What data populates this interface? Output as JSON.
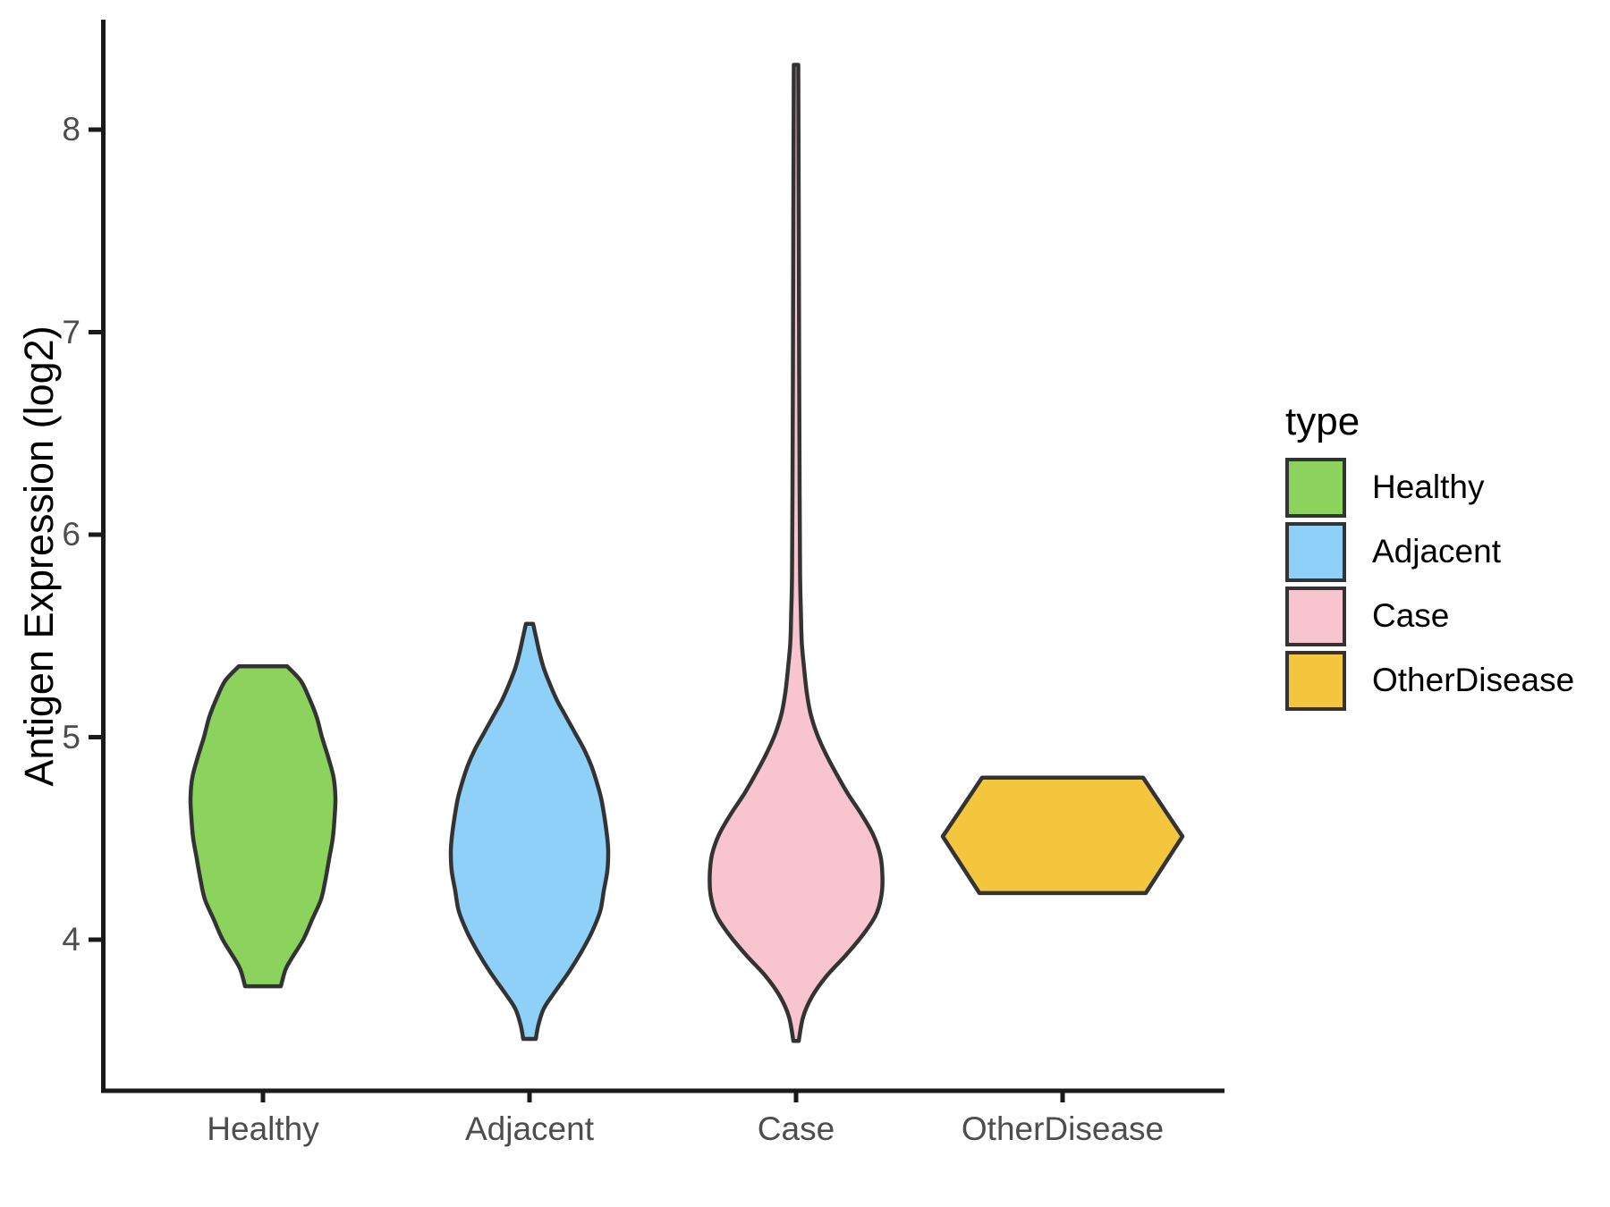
{
  "chart_data": {
    "type": "violin",
    "title": "",
    "xlabel": "",
    "ylabel": "Antigen Expression (log2)",
    "categories": [
      "Healthy",
      "Adjacent",
      "Case",
      "OtherDisease"
    ],
    "y_ticks": [
      8,
      7,
      6,
      5,
      4
    ],
    "y_axis_range_shown": [
      3.25,
      8.55
    ],
    "grid": "none",
    "background": "#FFFFFF",
    "colors": {
      "axis": "#1A1A1A",
      "tick_label": "#4D4D4D",
      "text": "#000000",
      "violin_outline": "#333333"
    },
    "legend": {
      "title": "type",
      "position": "right",
      "entries": [
        {
          "label": "Healthy",
          "color": "#8CD35E"
        },
        {
          "label": "Adjacent",
          "color": "#8FD0F8"
        },
        {
          "label": "Case",
          "color": "#F7C4D0"
        },
        {
          "label": "OtherDisease",
          "color": "#F4C63E"
        }
      ]
    },
    "series": [
      {
        "name": "Healthy",
        "fill": "#8CD35E",
        "outline": "#333333",
        "min": 3.77,
        "max": 5.35,
        "widest_at": 4.7,
        "smooth": true,
        "profile": [
          [
            5.35,
            27
          ],
          [
            5.28,
            42
          ],
          [
            5.2,
            51
          ],
          [
            5.1,
            60
          ],
          [
            5.0,
            66
          ],
          [
            4.9,
            73
          ],
          [
            4.8,
            79
          ],
          [
            4.7,
            81
          ],
          [
            4.6,
            80
          ],
          [
            4.5,
            78
          ],
          [
            4.4,
            74
          ],
          [
            4.3,
            70
          ],
          [
            4.2,
            65
          ],
          [
            4.1,
            55
          ],
          [
            4.0,
            45
          ],
          [
            3.9,
            31
          ],
          [
            3.85,
            25
          ],
          [
            3.77,
            20
          ]
        ]
      },
      {
        "name": "Adjacent",
        "fill": "#8FD0F8",
        "outline": "#333333",
        "min": 3.51,
        "max": 5.56,
        "widest_at": 4.45,
        "smooth": true,
        "profile": [
          [
            5.56,
            4
          ],
          [
            5.5,
            7
          ],
          [
            5.42,
            11
          ],
          [
            5.34,
            16
          ],
          [
            5.26,
            23
          ],
          [
            5.18,
            31
          ],
          [
            5.1,
            41
          ],
          [
            5.02,
            51
          ],
          [
            4.94,
            61
          ],
          [
            4.86,
            69
          ],
          [
            4.78,
            75
          ],
          [
            4.7,
            80
          ],
          [
            4.6,
            84
          ],
          [
            4.5,
            87
          ],
          [
            4.43,
            88
          ],
          [
            4.34,
            87
          ],
          [
            4.24,
            83
          ],
          [
            4.14,
            79
          ],
          [
            4.04,
            70
          ],
          [
            3.94,
            58
          ],
          [
            3.84,
            44
          ],
          [
            3.74,
            28
          ],
          [
            3.66,
            16
          ],
          [
            3.58,
            10
          ],
          [
            3.51,
            7
          ]
        ]
      },
      {
        "name": "Case",
        "fill": "#F7C4D0",
        "outline": "#333333",
        "min": 3.5,
        "max": 8.32,
        "widest_at": 4.3,
        "smooth": true,
        "profile": [
          [
            8.32,
            2.5
          ],
          [
            7.6,
            3
          ],
          [
            6.8,
            3.5
          ],
          [
            6.2,
            4
          ],
          [
            5.8,
            4.5
          ],
          [
            5.6,
            5.5
          ],
          [
            5.46,
            6.5
          ],
          [
            5.34,
            9
          ],
          [
            5.22,
            12
          ],
          [
            5.12,
            16
          ],
          [
            5.02,
            23
          ],
          [
            4.92,
            33
          ],
          [
            4.82,
            45
          ],
          [
            4.72,
            58
          ],
          [
            4.62,
            73
          ],
          [
            4.52,
            86
          ],
          [
            4.42,
            94
          ],
          [
            4.32,
            96.5
          ],
          [
            4.22,
            95.5
          ],
          [
            4.12,
            89
          ],
          [
            4.02,
            74
          ],
          [
            3.92,
            55
          ],
          [
            3.82,
            34
          ],
          [
            3.72,
            18
          ],
          [
            3.62,
            8
          ],
          [
            3.5,
            3
          ]
        ]
      },
      {
        "name": "OtherDisease",
        "fill": "#F4C63E",
        "outline": "#333333",
        "min": 4.23,
        "max": 4.8,
        "widest_at": 4.51,
        "smooth": false,
        "profile": [
          [
            4.8,
            90
          ],
          [
            4.51,
            134
          ],
          [
            4.23,
            93
          ]
        ]
      }
    ]
  }
}
